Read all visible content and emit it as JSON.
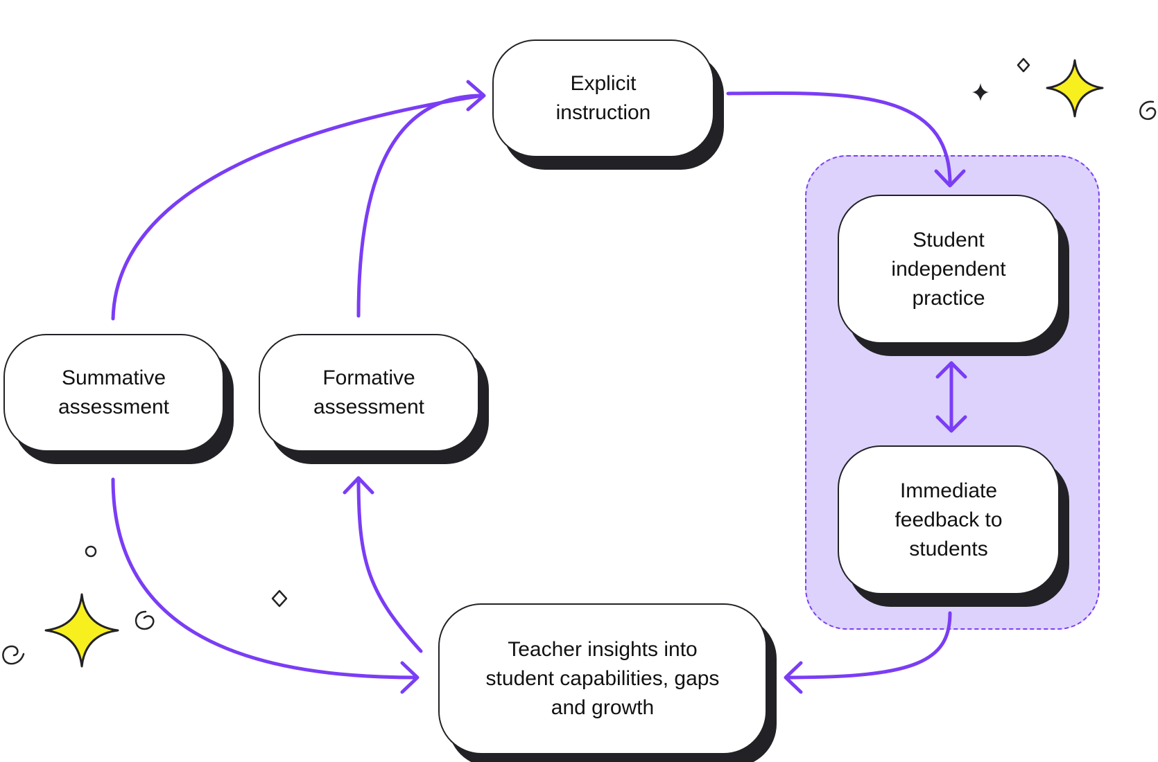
{
  "diagram": {
    "colors": {
      "arrow": "#7a3df5",
      "group_fill": "#ddd2fb",
      "node_border": "#222226",
      "sparkle": "#f7ef1e"
    },
    "nodes": {
      "explicit_instruction": "Explicit\ninstruction",
      "student_practice": "Student\nindependent\npractice",
      "immediate_feedback": "Immediate\nfeedback to\nstudents",
      "teacher_insights": "Teacher insights into\nstudent capabilities, gaps\nand growth",
      "summative_assessment": "Summative\nassessment",
      "formative_assessment": "Formative\nassessment"
    },
    "decorations": [
      "sparkle-icon",
      "diamond-icon",
      "spiral-icon",
      "ring-icon"
    ]
  }
}
